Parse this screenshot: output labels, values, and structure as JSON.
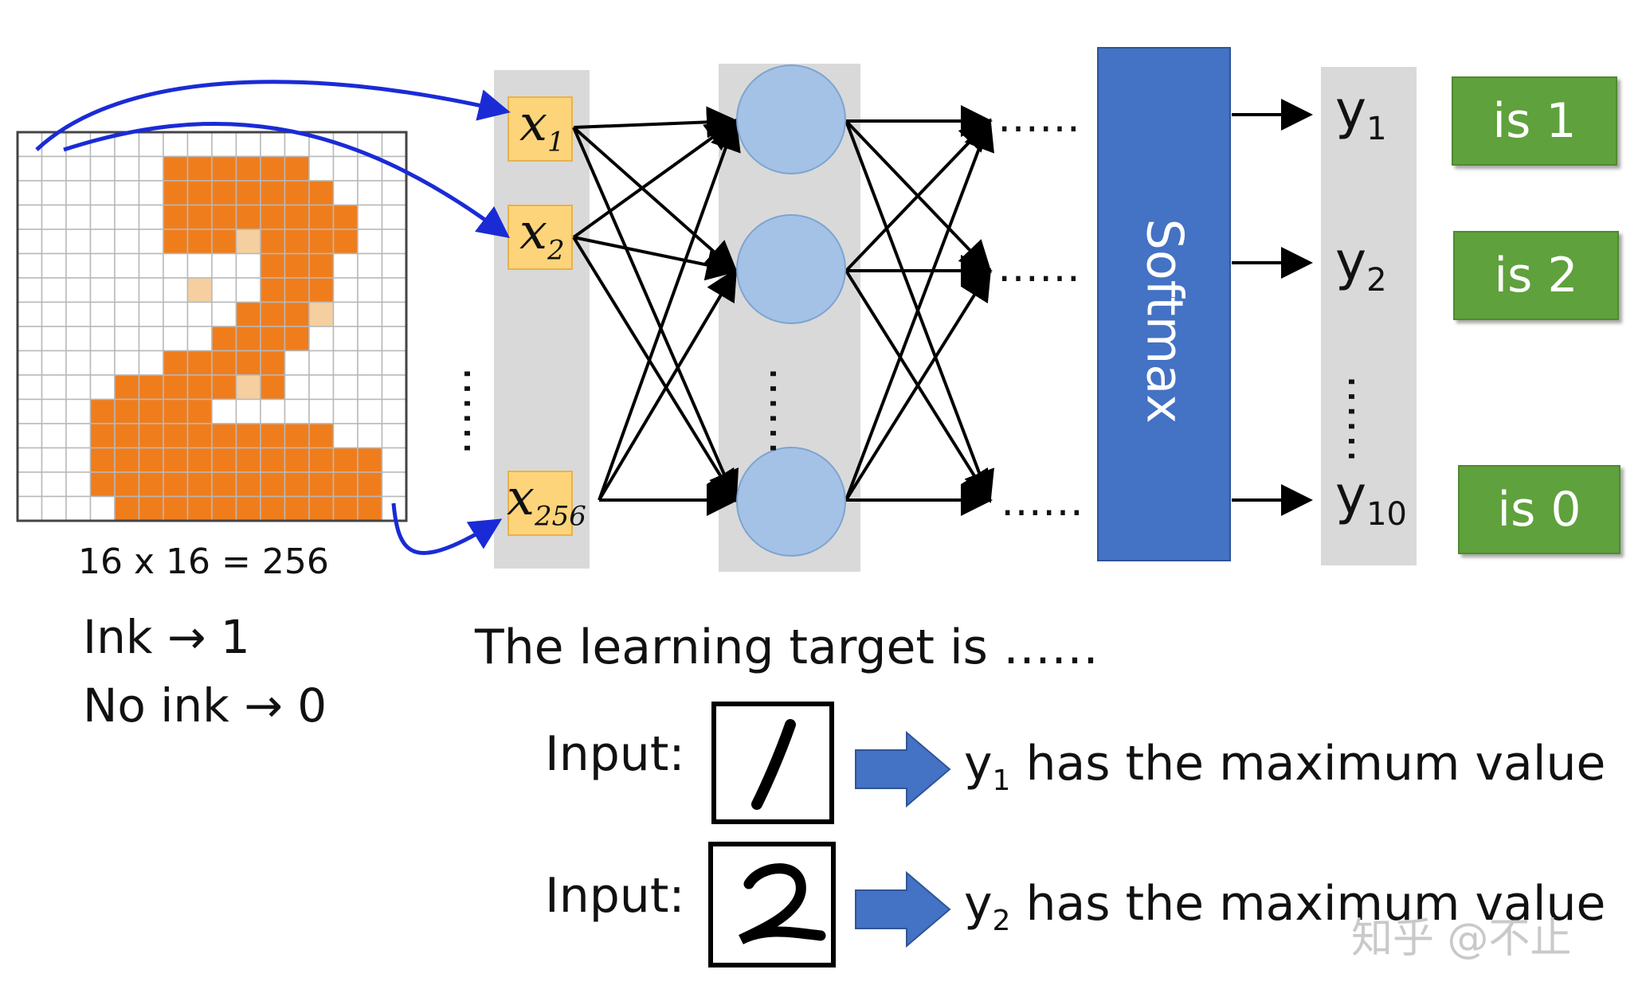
{
  "grid_caption": "16 x 16 = 256",
  "ink_rules": [
    "Ink → 1",
    "No ink → 0"
  ],
  "inputs": [
    {
      "base": "x",
      "sub": "1"
    },
    {
      "base": "x",
      "sub": "2"
    },
    {
      "base": "x",
      "sub": "256"
    }
  ],
  "dots": "……",
  "softmax_label": "Softmax",
  "outputs": [
    {
      "base": "y",
      "sub": "1"
    },
    {
      "base": "y",
      "sub": "2"
    },
    {
      "base": "y",
      "sub": "10"
    }
  ],
  "classes": [
    "is 1",
    "is 2",
    "is 0"
  ],
  "learning_target": "The learning target is ……",
  "examples": [
    {
      "input_label": "Input:",
      "digit": "1",
      "y_base": "y",
      "y_sub": "1",
      "result": "has the maximum value"
    },
    {
      "input_label": "Input:",
      "digit": "2",
      "y_base": "y",
      "y_sub": "2",
      "result": "has the maximum value"
    }
  ],
  "watermark": "知乎 @不止",
  "colors": {
    "ink": "#f07d1c",
    "ink_light": "#f5cfa0",
    "input_box": "#fdd47a",
    "neuron": "#a3c2e6",
    "softmax": "#4472c4",
    "class_box": "#5fa13c",
    "arrow_blue": "#4472c4",
    "curve_blue": "#1a2bd6",
    "panel": "#d9d9d9"
  }
}
